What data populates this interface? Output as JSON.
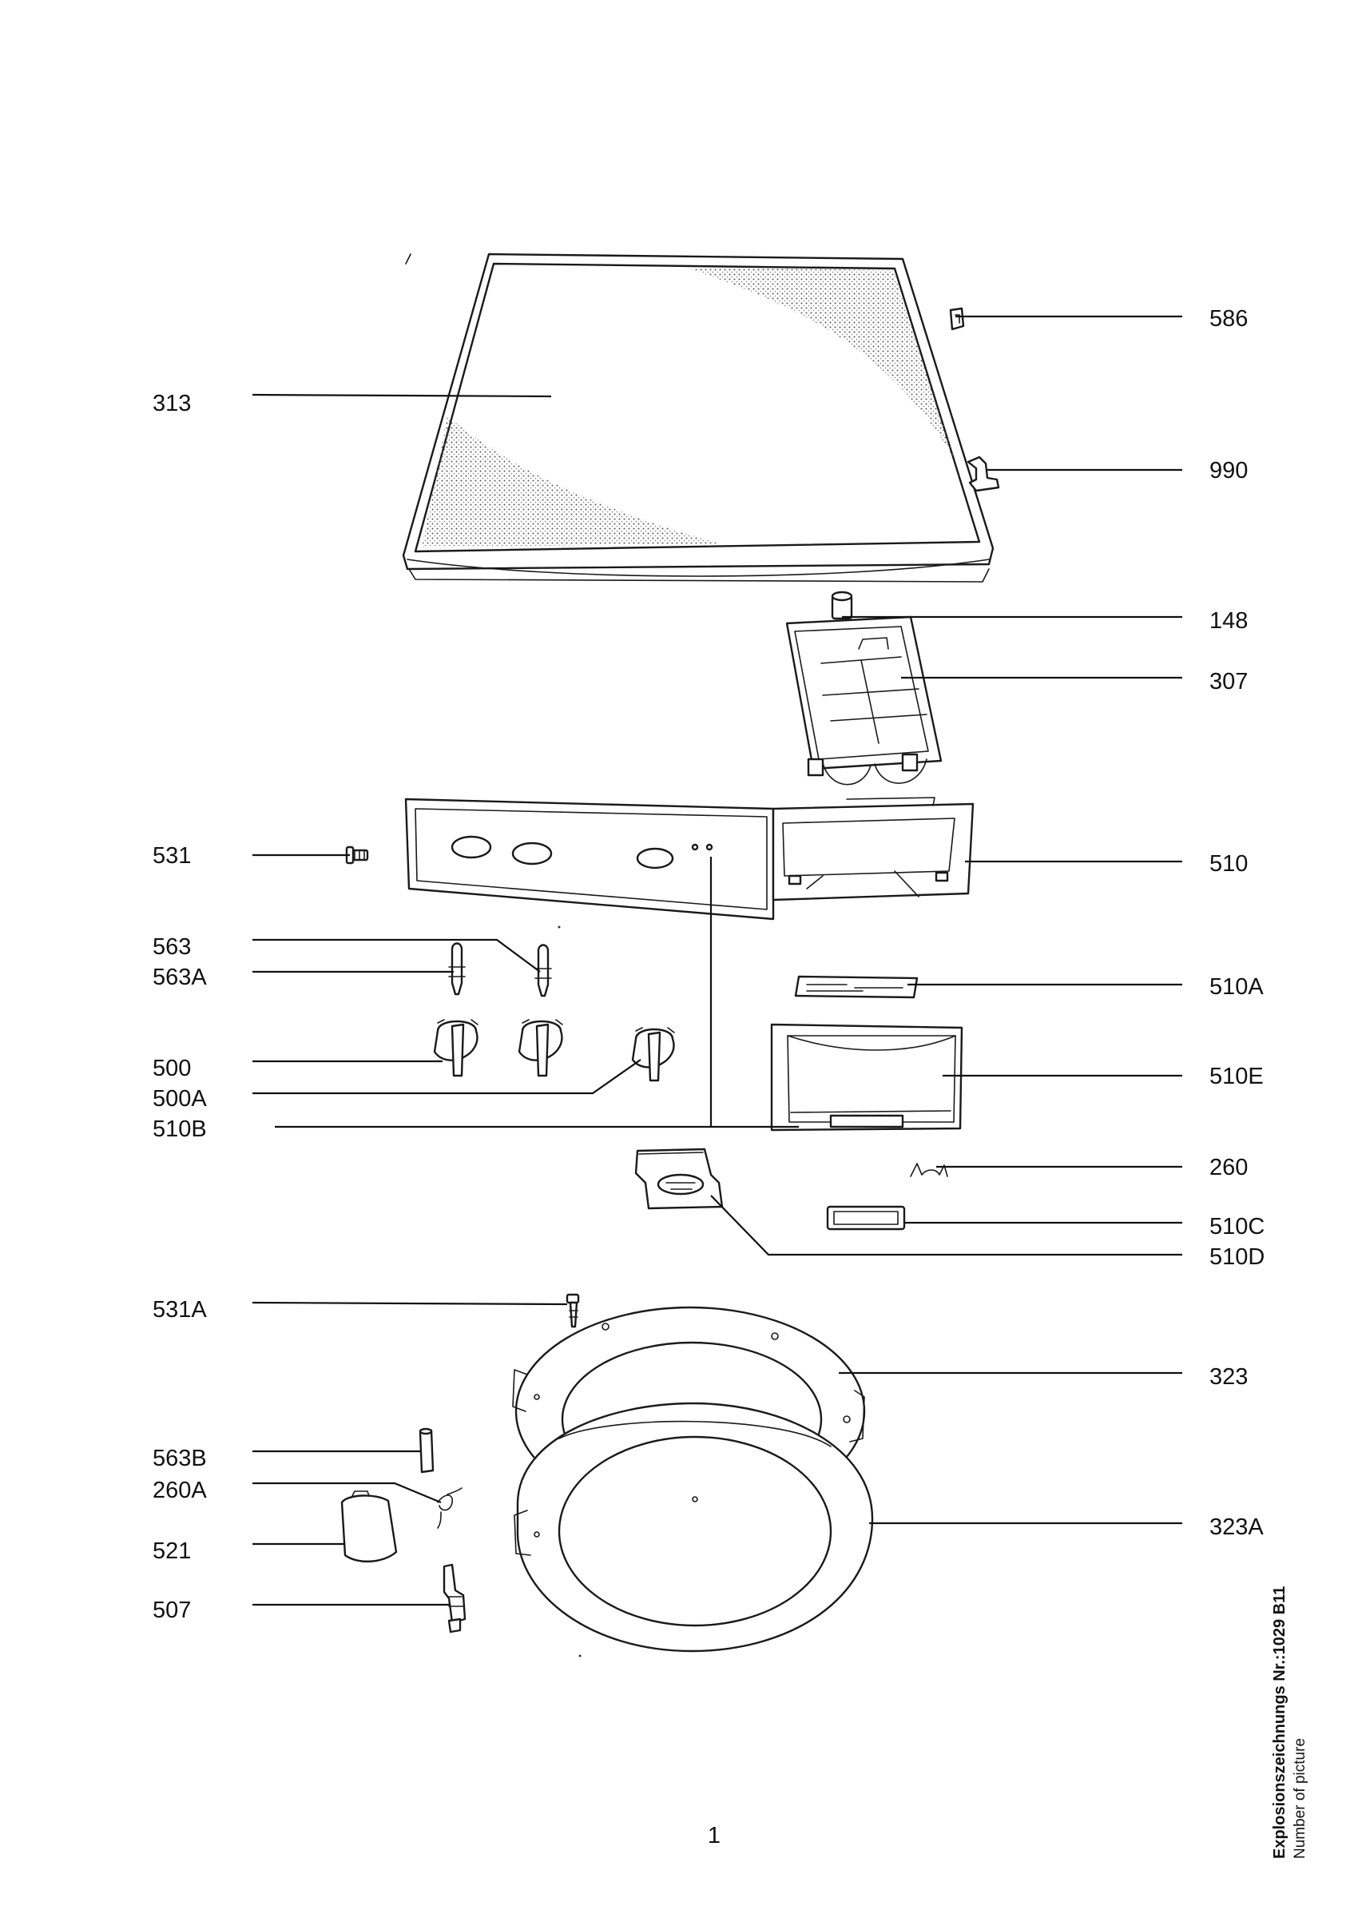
{
  "drawing": {
    "number_label": "Explosionszeichnungs Nr.:1029 B11",
    "number_caption": "Number of picture",
    "page_number": "1"
  },
  "callouts": {
    "313": "313",
    "586": "586",
    "990": "990",
    "148": "148",
    "307": "307",
    "531": "531",
    "510": "510",
    "563": "563",
    "563A": "563A",
    "510A": "510A",
    "500": "500",
    "500A": "500A",
    "510E": "510E",
    "510B": "510B",
    "260": "260",
    "510C": "510C",
    "510D": "510D",
    "531A": "531A",
    "323": "323",
    "563B": "563B",
    "260A": "260A",
    "323A": "323A",
    "521": "521",
    "507": "507"
  }
}
